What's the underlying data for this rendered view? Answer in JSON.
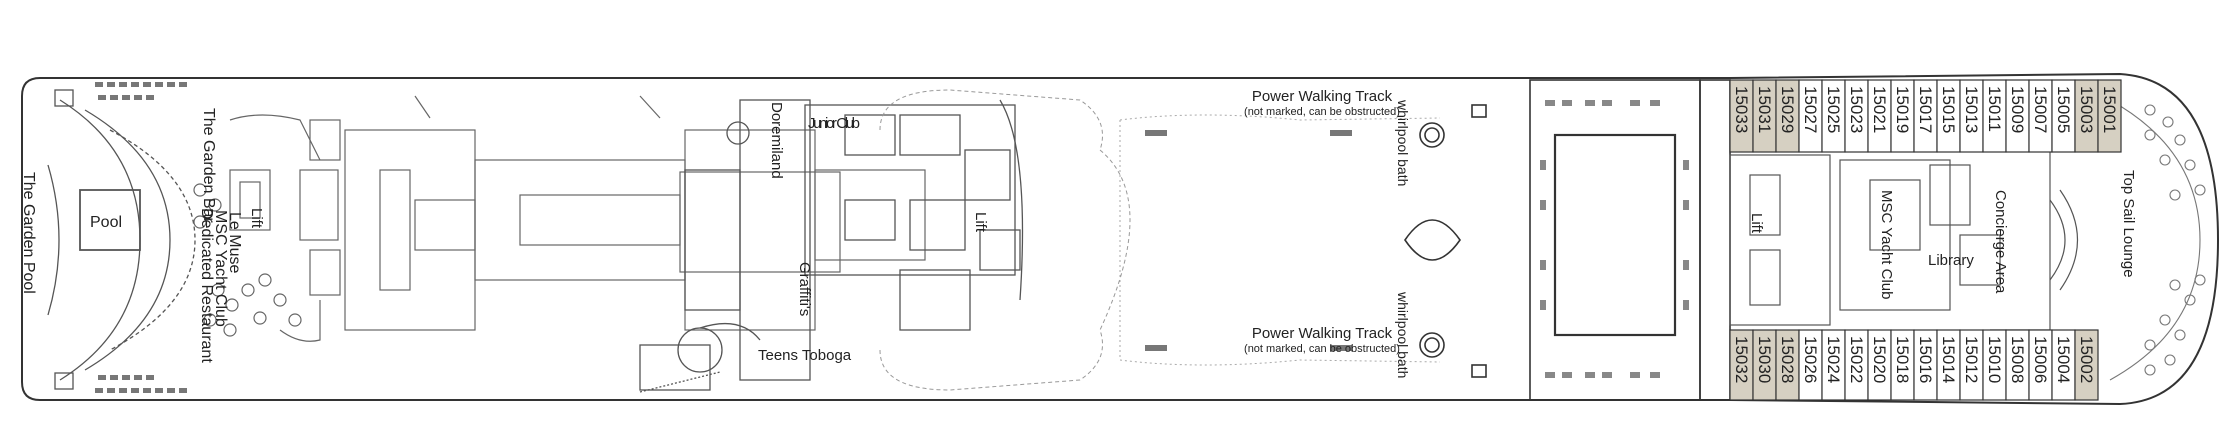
{
  "areas": {
    "garden_pool": "The Garden Pool",
    "pool": "Pool",
    "garden_bar": "The Garden Bar",
    "le_muse": "Le Muse",
    "msc_yacht_club_left": "MSC Yacht Club",
    "dedicated_restaurant": "Dedicated Restaurant",
    "lift_left": "Lift",
    "doremiland": "Doremiland",
    "junior_club": "Junior Club",
    "graffiti": "Graffiti's",
    "lift_center": "Lift",
    "teens_toboga": "Teens Toboga",
    "power_walking_top": "Power Walking Track",
    "power_walking_top_note": "(not marked, can be obstructed)",
    "power_walking_bottom": "Power Walking Track",
    "power_walking_bottom_note": "(not marked, can be obstructed)",
    "whirlpool_top": "whirlpool bath",
    "whirlpool_bottom": "whirlpool bath",
    "lift_right": "Lift",
    "msc_yacht_club_right": "MSC Yacht Club",
    "library": "Library",
    "concierge_area": "Concierge Area",
    "top_sail_lounge": "Top Sail Lounge"
  },
  "cabins_top": [
    {
      "num": "15033",
      "shaded": true
    },
    {
      "num": "15031",
      "shaded": true
    },
    {
      "num": "15029",
      "shaded": true
    },
    {
      "num": "15027",
      "shaded": false
    },
    {
      "num": "15025",
      "shaded": false
    },
    {
      "num": "15023",
      "shaded": false
    },
    {
      "num": "15021",
      "shaded": false
    },
    {
      "num": "15019",
      "shaded": false
    },
    {
      "num": "15017",
      "shaded": false
    },
    {
      "num": "15015",
      "shaded": false
    },
    {
      "num": "15013",
      "shaded": false
    },
    {
      "num": "15011",
      "shaded": false
    },
    {
      "num": "15009",
      "shaded": false
    },
    {
      "num": "15007",
      "shaded": false
    },
    {
      "num": "15005",
      "shaded": false
    },
    {
      "num": "15003",
      "shaded": true
    },
    {
      "num": "15001",
      "shaded": true
    }
  ],
  "cabins_bottom": [
    {
      "num": "15032",
      "shaded": true
    },
    {
      "num": "15030",
      "shaded": true
    },
    {
      "num": "15028",
      "shaded": true
    },
    {
      "num": "15026",
      "shaded": false
    },
    {
      "num": "15024",
      "shaded": false
    },
    {
      "num": "15022",
      "shaded": false
    },
    {
      "num": "15020",
      "shaded": false
    },
    {
      "num": "15018",
      "shaded": false
    },
    {
      "num": "15016",
      "shaded": false
    },
    {
      "num": "15014",
      "shaded": false
    },
    {
      "num": "15012",
      "shaded": false
    },
    {
      "num": "15010",
      "shaded": false
    },
    {
      "num": "15008",
      "shaded": false
    },
    {
      "num": "15006",
      "shaded": false
    },
    {
      "num": "15004",
      "shaded": false
    },
    {
      "num": "15002",
      "shaded": true
    }
  ],
  "colors": {
    "outline": "#333333",
    "cabin_shade": "#d6d0c2",
    "furniture": "#777777"
  }
}
